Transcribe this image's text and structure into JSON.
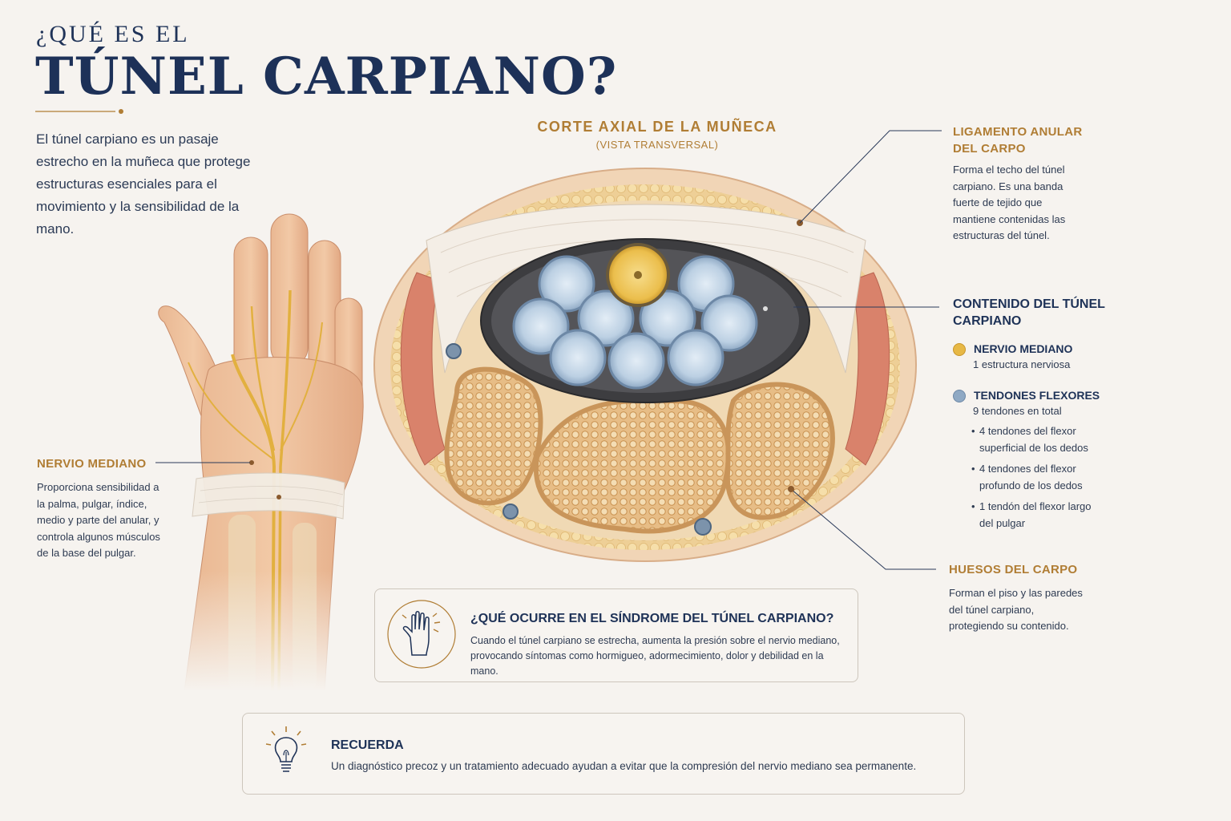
{
  "header": {
    "kicker": "¿QUÉ ES EL",
    "title": "TÚNEL CARPIANO?"
  },
  "intro": "El túnel carpiano es un pasaje estrecho en la muñeca que protege estructuras esenciales para el movimiento y la sensibilidad de la mano.",
  "section": {
    "title": "CORTE AXIAL DE LA MUÑECA",
    "subtitle": "(VISTA TRANSVERSAL)"
  },
  "nervio_mediano_left": {
    "title": "NERVIO MEDIANO",
    "desc": "Proporciona sensibilidad a la palma, pulgar, índice, medio y parte del anular, y controla algunos músculos de la base del pulgar."
  },
  "ligamento": {
    "title_line1": "LIGAMENTO ANULAR",
    "title_line2": "DEL CARPO",
    "desc": "Forma el techo del túnel carpiano. Es una banda fuerte de tejido que mantiene contenidas las estructuras del túnel."
  },
  "contenido": {
    "title_line1": "CONTENIDO DEL TÚNEL",
    "title_line2": "CARPIANO",
    "nerve": {
      "label": "NERVIO MEDIANO",
      "sub": "1 estructura nerviosa",
      "color": "#e7b845"
    },
    "tendons": {
      "label": "TENDONES FLEXORES",
      "sub": "9 tendones en total",
      "color": "#8fa9c4",
      "items": [
        "4 tendones del flexor superficial de los dedos",
        "4 tendones del flexor profundo de los dedos",
        "1 tendón del flexor largo del pulgar"
      ]
    }
  },
  "huesos": {
    "title": "HUESOS DEL CARPO",
    "desc": "Forman el piso y las paredes del túnel carpiano, protegiendo su contenido."
  },
  "sindrome": {
    "title": "¿QUÉ OCURRE EN EL SÍNDROME DEL TÚNEL CARPIANO?",
    "desc": "Cuando el túnel carpiano se estrecha, aumenta la presión sobre el nervio mediano, provocando síntomas como hormigueo, adormecimiento, dolor y debilidad en la mano.",
    "icon": "hand-tingling-icon"
  },
  "recuerda": {
    "title": "RECUERDA",
    "desc": "Un diagnóstico precoz y un tratamiento adecuado ayudan a evitar que la compresión del nervio mediano sea permanente.",
    "icon": "lightbulb-icon"
  },
  "colors": {
    "navy": "#1e3257",
    "gold": "#b07d34",
    "nerve": "#e7b845",
    "tendon": "#8fa9c4",
    "bone": "#e9c58e"
  }
}
